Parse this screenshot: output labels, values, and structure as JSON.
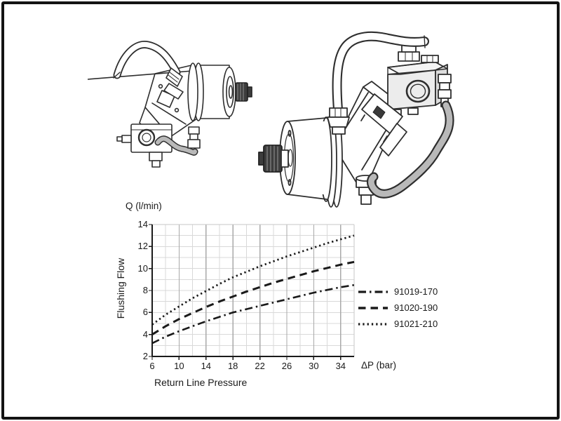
{
  "page": {
    "background": "#ffffff",
    "border_color": "#131313"
  },
  "illustrations": {
    "small_pump_icon": "bent-axis-hydraulic-motor-small",
    "large_pump_icon": "bent-axis-hydraulic-motor-with-flushing-valve"
  },
  "colors": {
    "curve": "#1a1a1a",
    "grid_minor": "#d9d9d9",
    "grid_major": "#a9a9a9",
    "axis": "#1a1a1a",
    "frame_light": "#c7c7c7",
    "line_art": "#2e2e2e",
    "hose_gray": "#b9b9b9"
  },
  "chart_data": {
    "type": "line",
    "title": "",
    "y_axis_title": "Q (l/min)",
    "ylabel": "Flushing Flow",
    "xlabel": "Return Line Pressure",
    "x_unit": "ΔP (bar)",
    "xlim": [
      6,
      36
    ],
    "ylim": [
      2,
      14
    ],
    "x_ticks": [
      6,
      10,
      14,
      18,
      22,
      26,
      30,
      34
    ],
    "y_ticks": [
      14,
      12,
      10,
      8,
      6,
      4,
      2
    ],
    "x_minor_step": 2,
    "y_minor_step": 1,
    "grid": true,
    "legend_position": "right",
    "x": [
      6,
      8,
      10,
      12,
      14,
      16,
      18,
      20,
      22,
      24,
      26,
      28,
      30,
      32,
      34,
      36
    ],
    "series": [
      {
        "name": "91019-170",
        "line_style": "dash_dot",
        "values": [
          3.2,
          3.8,
          4.3,
          4.75,
          5.2,
          5.6,
          6.0,
          6.3,
          6.6,
          6.9,
          7.2,
          7.5,
          7.8,
          8.05,
          8.3,
          8.5
        ]
      },
      {
        "name": "91020-190",
        "line_style": "dash",
        "values": [
          4.0,
          4.75,
          5.4,
          5.95,
          6.5,
          7.0,
          7.45,
          7.9,
          8.3,
          8.7,
          9.05,
          9.4,
          9.75,
          10.05,
          10.35,
          10.6
        ]
      },
      {
        "name": "91021-210",
        "line_style": "dot",
        "values": [
          4.9,
          5.8,
          6.55,
          7.3,
          7.95,
          8.6,
          9.2,
          9.7,
          10.2,
          10.65,
          11.1,
          11.5,
          11.9,
          12.3,
          12.65,
          13.0
        ]
      }
    ]
  }
}
